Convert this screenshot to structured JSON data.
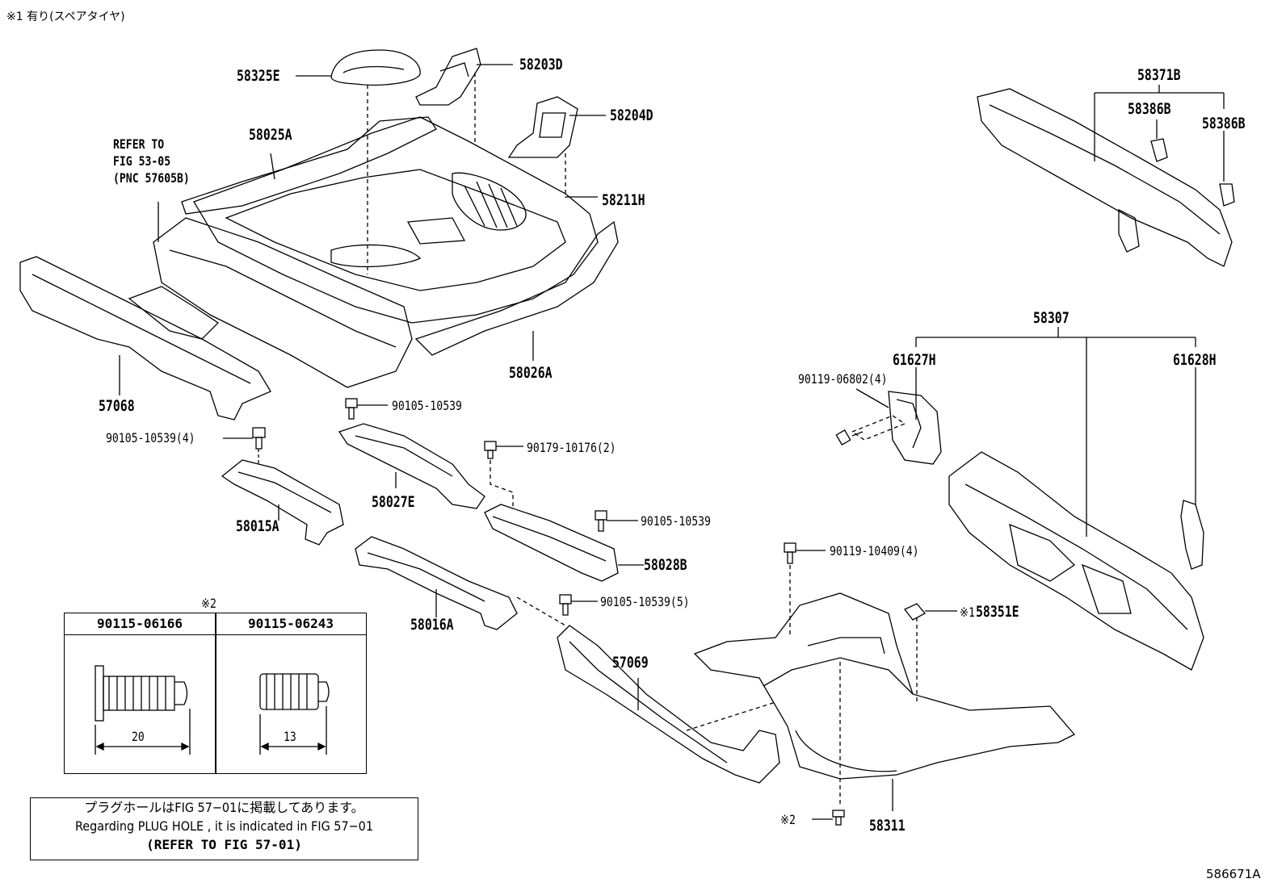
{
  "header_note": "※1 有り(スペアタイヤ)",
  "fig_id": "586671A",
  "parts": {
    "p58325E": "58325E",
    "p58203D": "58203D",
    "p58204D": "58204D",
    "p58025A": "58025A",
    "p58211H": "58211H",
    "p58026A": "58026A",
    "p57068": "57068",
    "p58371B": "58371B",
    "p58386B_1": "58386B",
    "p58386B_2": "58386B",
    "p58307": "58307",
    "p61627H": "61627H",
    "p61628H": "61628H",
    "p58027E": "58027E",
    "p58015A": "58015A",
    "p58028B": "58028B",
    "p58016A": "58016A",
    "p57069": "57069",
    "p58351E": "58351E",
    "p58311": "58311"
  },
  "refer": {
    "line1": "REFER TO",
    "line2": "FIG 53-05",
    "line3": "(PNC 57605B)"
  },
  "bolts": {
    "b1": "90105-10539",
    "b2": "90105-10539(4)",
    "b3": "90179-10176(2)",
    "b4": "90105-10539",
    "b5": "90105-10539(5)",
    "b6": "90119-06802(4)",
    "b7": "90119-10409(4)"
  },
  "marks": {
    "m1": "※1",
    "m2": "※2",
    "m2_top": "※2"
  },
  "plug_table": {
    "col1": "90115-06166",
    "col2": "90115-06243",
    "dim1": "20",
    "dim2": "13"
  },
  "note": {
    "line1": "プラグホールはFIG 57−01に掲載してあります。",
    "line2": "Regarding  PLUG  HOLE , it is indicated in  FIG  57−01",
    "line3": "(REFER TO FIG 57-01)"
  }
}
